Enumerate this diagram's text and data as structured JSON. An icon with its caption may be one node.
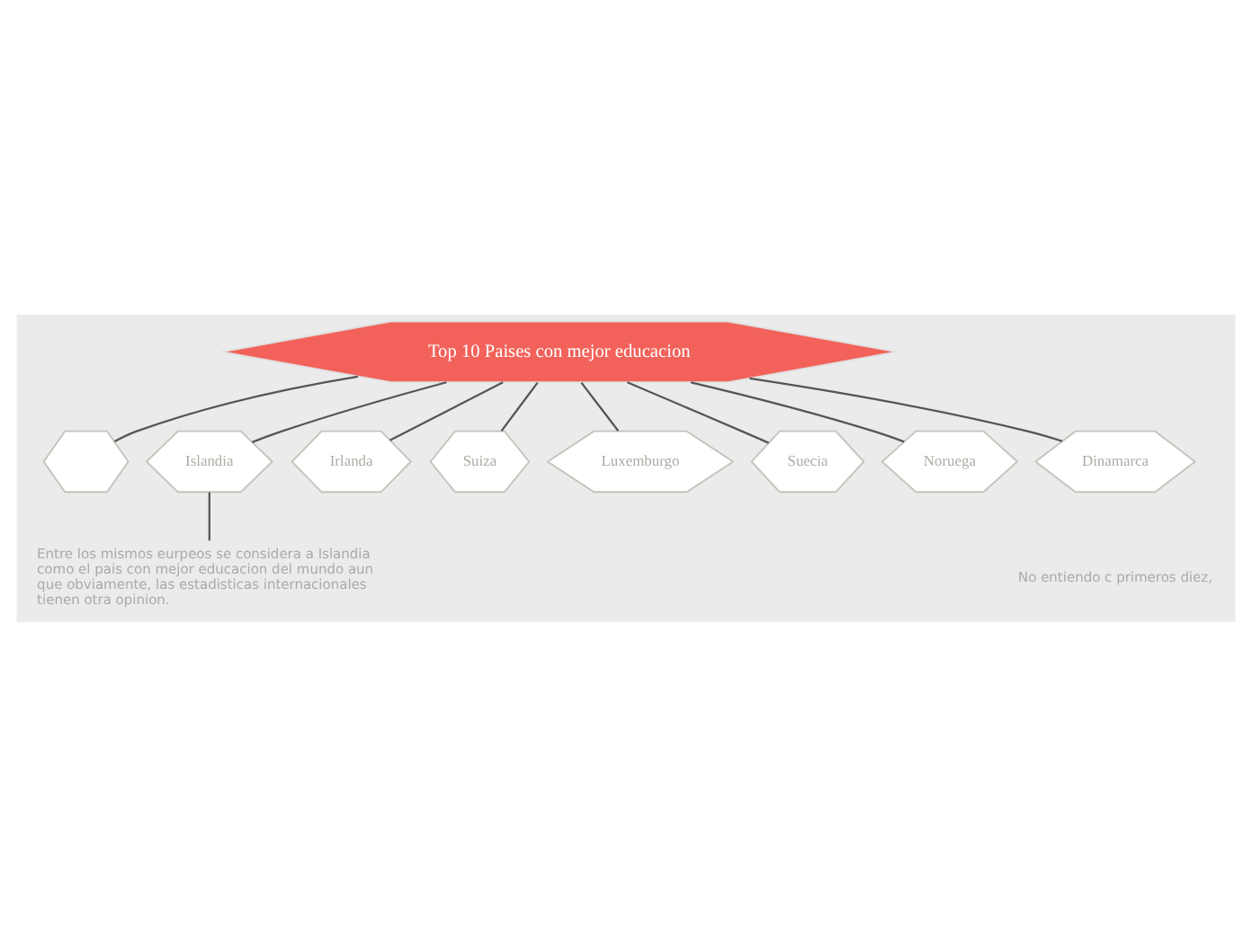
{
  "diagram": {
    "nodes": [
      {
        "text": [
          "Top 10 Paises con mejor educacion"
        ]
      },
      {
        "text": [],
        "shape": "hexagon"
      },
      {
        "text": [
          "Islandia"
        ]
      },
      {
        "text": [
          "Irlanda"
        ]
      },
      {
        "text": [
          "Suiza"
        ]
      },
      {
        "text": [
          "Luxemburgo"
        ]
      },
      {
        "text": [
          "Suecia"
        ]
      },
      {
        "text": [
          "Noruega"
        ]
      },
      {
        "text": [
          "Dinamarca"
        ]
      },
      {
        "text": [
          "Entre los mismos eurpeos se considera a Islandia como el pais con mejor educacion del mundo aun que obviamente, las estadisticas internacionales tienen otra opinion."
        ]
      }
    ],
    "edges": [
      {
        "from": 0,
        "to": 1,
        "arrow": "none"
      },
      {
        "from": 0,
        "to": 2,
        "arrow": "none"
      },
      {
        "from": 0,
        "to": 3,
        "arrow": "none"
      },
      {
        "from": 0,
        "to": 4,
        "arrow": "none"
      },
      {
        "from": 0,
        "to": 5,
        "arrow": "none"
      },
      {
        "from": 0,
        "to": 6,
        "arrow": "none"
      },
      {
        "from": 0,
        "to": 7,
        "arrow": "none"
      },
      {
        "from": 0,
        "to": 8,
        "arrow": "none"
      },
      {
        "from": 2,
        "to": 9,
        "arrow": "none"
      }
    ],
    "labels": [
      "No entiendo c primeros diez,"
    ]
  }
}
